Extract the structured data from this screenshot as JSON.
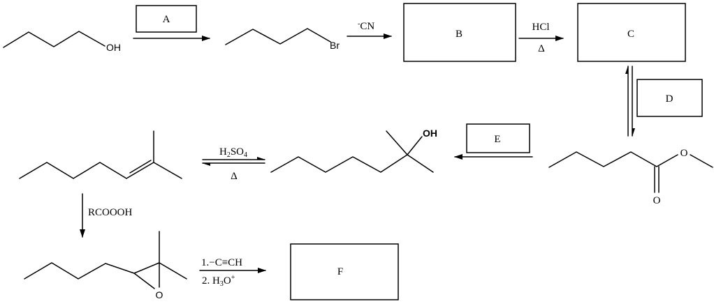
{
  "reactions": {
    "step1": {
      "reagent_box": "A",
      "start_label": "OH",
      "product_label": "Br"
    },
    "step2": {
      "reagent": "CN",
      "reagent_charge": "-",
      "product_box": "B"
    },
    "step3": {
      "reagent": "HCl",
      "condition": "Δ",
      "product_box": "C"
    },
    "step4": {
      "reagent_box": "D",
      "ester_O": "O",
      "carbonyl_O": "O"
    },
    "step5": {
      "reagent_box": "E",
      "alcohol_label": "OH"
    },
    "step6": {
      "reagent_sub_pre": "H",
      "reagent_sub_1": "2",
      "reagent_mid": "SO",
      "reagent_sub_2": "4",
      "condition": "Δ"
    },
    "step7": {
      "reagent": "RCOOOH",
      "epoxide_O": "O"
    },
    "step8": {
      "reagent_1": "1.−C≡CH",
      "reagent_2_pre": "2. H",
      "reagent_2_sub": "3",
      "reagent_2_mid": "O",
      "reagent_2_sup": "+",
      "product_box": "F"
    }
  }
}
